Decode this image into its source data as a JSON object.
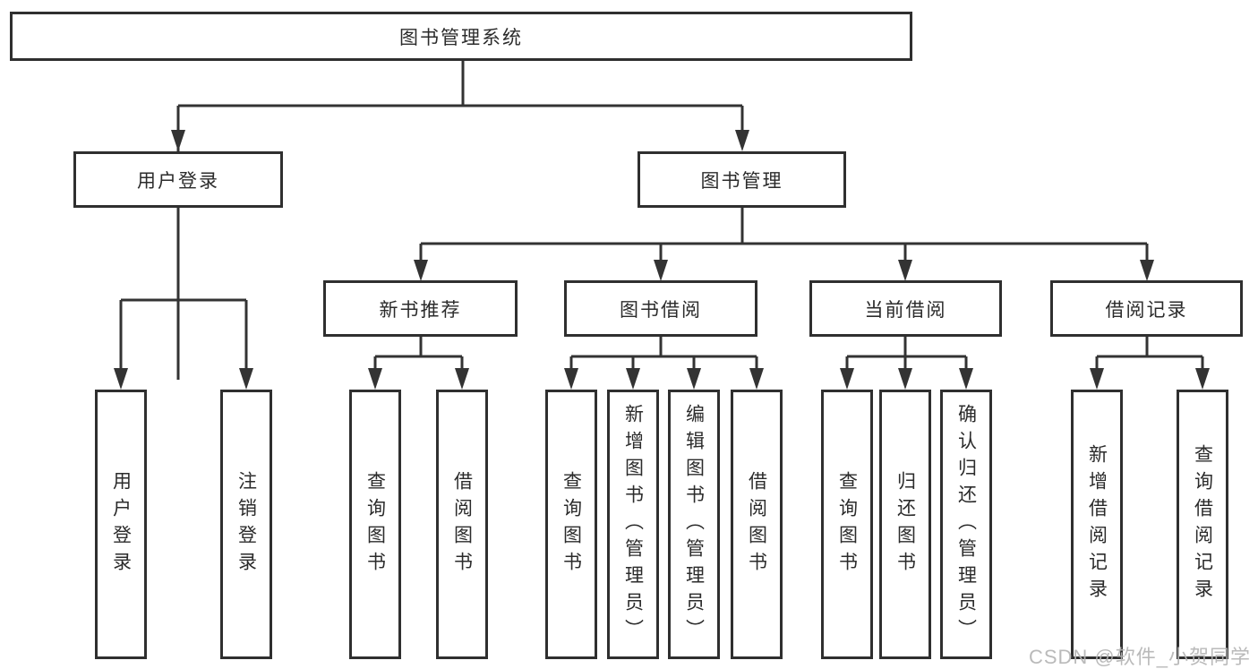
{
  "diagram": {
    "root": {
      "label": "图书管理系统"
    },
    "login_branch": {
      "label": "用户登录",
      "children": [
        "用户登录",
        "注销登录"
      ]
    },
    "management_branch": {
      "label": "图书管理",
      "sections": [
        {
          "label": "新书推荐",
          "children": [
            "查询图书",
            "借阅图书"
          ]
        },
        {
          "label": "图书借阅",
          "children": [
            "查询图书",
            "新增图书（管理员）",
            "编辑图书（管理员）",
            "借阅图书"
          ]
        },
        {
          "label": "当前借阅",
          "children": [
            "查询图书",
            "归还图书",
            "确认归还（管理员）"
          ]
        },
        {
          "label": "借阅记录",
          "children": [
            "新增借阅记录",
            "查询借阅记录"
          ]
        }
      ]
    }
  },
  "watermark": {
    "text": "CSDN @软件_小贺同学"
  },
  "colors": {
    "line": "#333333",
    "box_border": "#2f2f2f",
    "text": "#2b2b2b",
    "watermark": "#b3b3b3",
    "background": "#ffffff"
  }
}
